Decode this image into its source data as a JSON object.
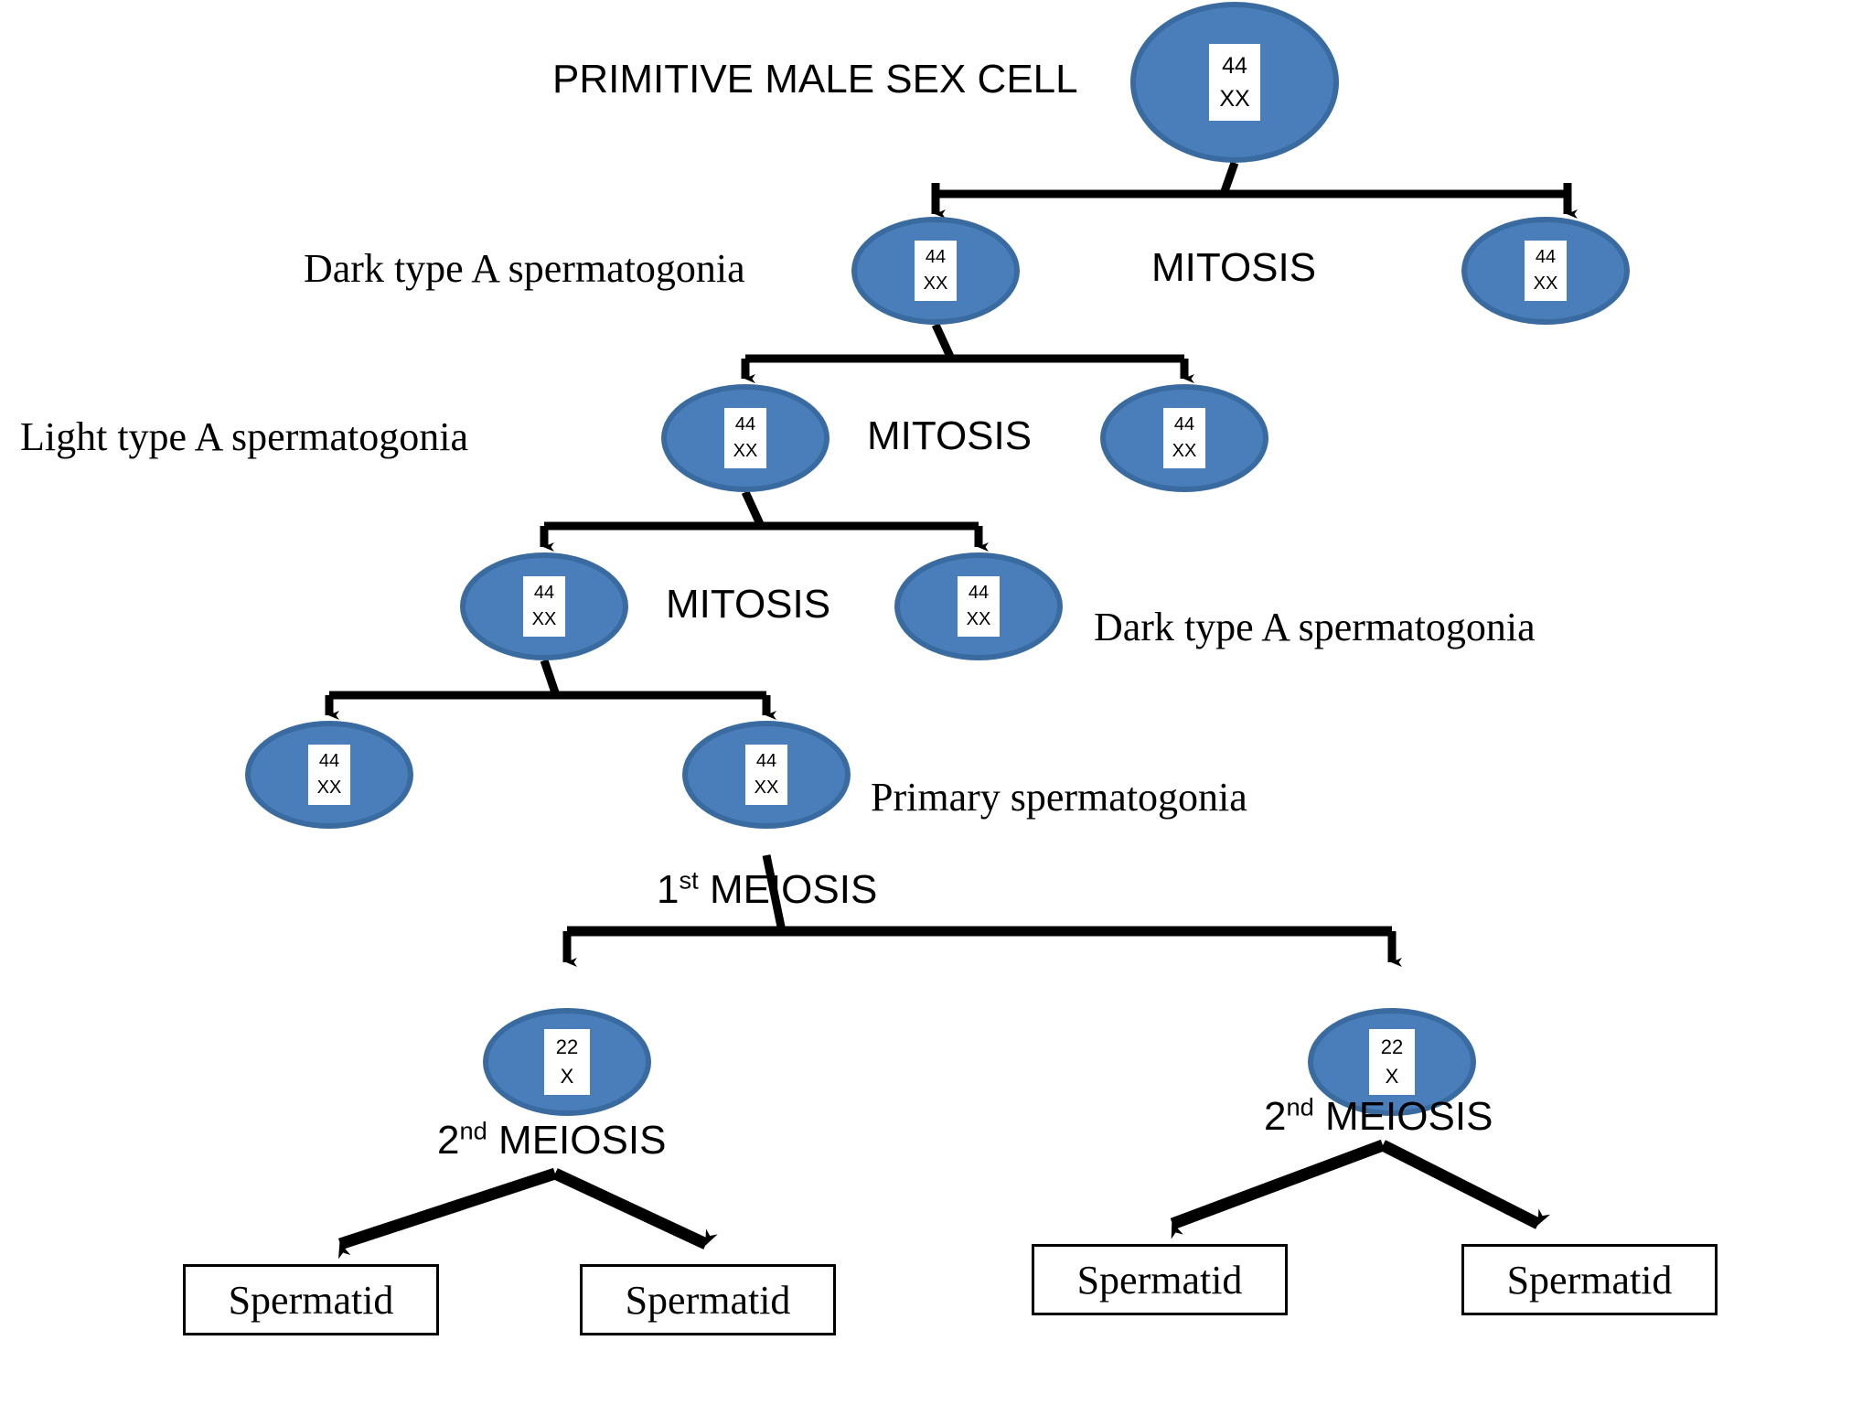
{
  "diagram": {
    "title": "Spermatogenesis flow chart",
    "background_color": "#ffffff",
    "cell_fill_color": "#4A7EBB",
    "cell_border_color": "#3A6BA0",
    "connector_color": "#000000",
    "text_color": "#000000"
  },
  "cells": [
    {
      "id": "primitive",
      "top_value": "44",
      "bottom_value": "XX"
    },
    {
      "id": "dark-a-1",
      "top_value": "44",
      "bottom_value": "XX"
    },
    {
      "id": "dark-a-1-sibling",
      "top_value": "44",
      "bottom_value": "XX"
    },
    {
      "id": "light-a",
      "top_value": "44",
      "bottom_value": "XX"
    },
    {
      "id": "light-a-sibling",
      "top_value": "44",
      "bottom_value": "XX"
    },
    {
      "id": "row4-left",
      "top_value": "44",
      "bottom_value": "XX"
    },
    {
      "id": "dark-a-2",
      "top_value": "44",
      "bottom_value": "XX"
    },
    {
      "id": "row5-left",
      "top_value": "44",
      "bottom_value": "XX"
    },
    {
      "id": "primary",
      "top_value": "44",
      "bottom_value": "XX"
    },
    {
      "id": "secondary-left",
      "top_value": "22",
      "bottom_value": "X"
    },
    {
      "id": "secondary-right",
      "top_value": "22",
      "bottom_value": "X"
    }
  ],
  "labels": {
    "primitive_male_sex_cell": "PRIMITIVE MALE SEX CELL",
    "dark_type_a_spermatogonia_1": "Dark type A spermatogonia",
    "mitosis_1": "MITOSIS",
    "light_type_a_spermatogonia": "Light type A spermatogonia",
    "mitosis_2": "MITOSIS",
    "mitosis_3": "MITOSIS",
    "dark_type_a_spermatogonia_2": "Dark type A spermatogonia",
    "primary_spermatogonia": "Primary spermatogonia",
    "first_meiosis_number": "1",
    "first_meiosis_ordinal": "st",
    "first_meiosis_word": "MEIOSIS",
    "second_meiosis_number": "2",
    "second_meiosis_ordinal": "nd",
    "second_meiosis_word": "MEIOSIS"
  },
  "spermatids": [
    {
      "id": "spermatid-1",
      "label": "Spermatid"
    },
    {
      "id": "spermatid-2",
      "label": "Spermatid"
    },
    {
      "id": "spermatid-3",
      "label": "Spermatid"
    },
    {
      "id": "spermatid-4",
      "label": "Spermatid"
    }
  ]
}
